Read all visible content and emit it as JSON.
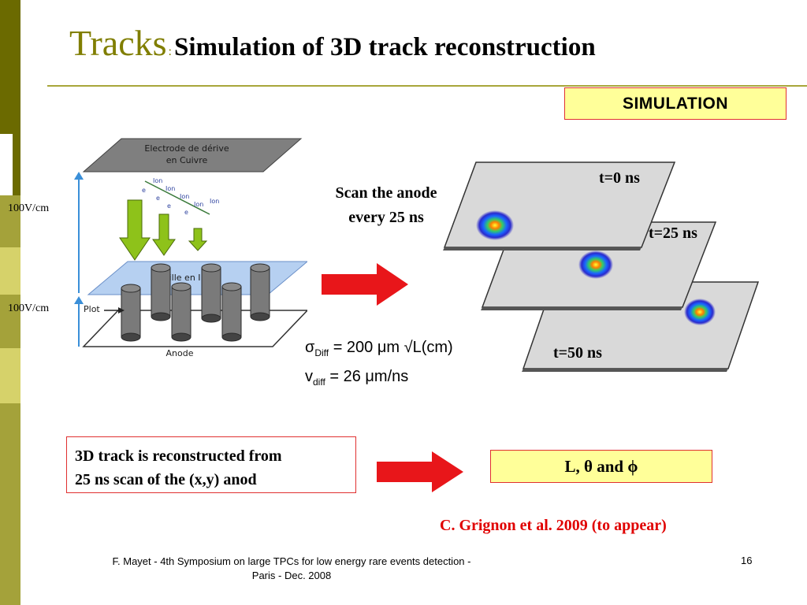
{
  "title": {
    "main": "Tracks",
    "separator": ":",
    "subtitle": "Simulation of 3D track reconstruction"
  },
  "badge": {
    "label": "SIMULATION"
  },
  "diagram": {
    "electrode_label_line1": "Electrode de dérive",
    "electrode_label_line2": "en Cuivre",
    "grid_label": "Grille en Inox",
    "anode_label": "Anode",
    "plot_label": "Plot",
    "field_upper": "100V/cm",
    "field_lower": "100V/cm",
    "particles": [
      "Ion",
      "Ion",
      "Ion",
      "Ion",
      "e",
      "e",
      "e",
      "e",
      "Ion"
    ]
  },
  "scan": {
    "line1": "Scan the anode",
    "line2": "every 25 ns"
  },
  "frames": [
    {
      "label": "t=0 ns"
    },
    {
      "label": "t=25 ns"
    },
    {
      "label": "t=50 ns"
    }
  ],
  "formula": {
    "sigma": "σ",
    "sigma_sub": "Diff",
    "sigma_rest": " = 200 μm √L(cm)",
    "v": "v",
    "v_sub": "diff",
    "v_rest": " = 26 μm/ns"
  },
  "reconstruction": {
    "line1": "3D track is reconstructed from",
    "line2": "25 ns scan of the (x,y) anod"
  },
  "result": {
    "label": "L, θ and ϕ"
  },
  "citation": "C. Grignon et al. 2009 (to appear)",
  "footer": {
    "line1": "F. Mayet  - 4th Symposium on large TPCs  for low energy rare events detection -",
    "line2": "Paris - Dec. 2008",
    "page": "16"
  },
  "colors": {
    "olive": "#807e00",
    "bar_dark": "#6b6a00",
    "bar_light": "#d6d26a",
    "red": "#e8161a",
    "yellow_box": "#ffff99",
    "green_arrow": "#8ec21a"
  }
}
